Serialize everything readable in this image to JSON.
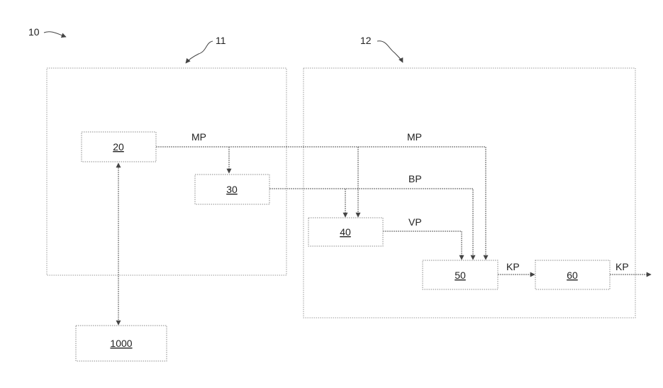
{
  "refs": {
    "system": "10",
    "group_left": "11",
    "group_right": "12"
  },
  "boxes": {
    "b20": "20",
    "b30": "30",
    "b40": "40",
    "b50": "50",
    "b60": "60",
    "b1000": "1000"
  },
  "signals": {
    "mp_left": "MP",
    "mp_right": "MP",
    "bp": "BP",
    "vp": "VP",
    "kp_mid": "KP",
    "kp_out": "KP"
  }
}
